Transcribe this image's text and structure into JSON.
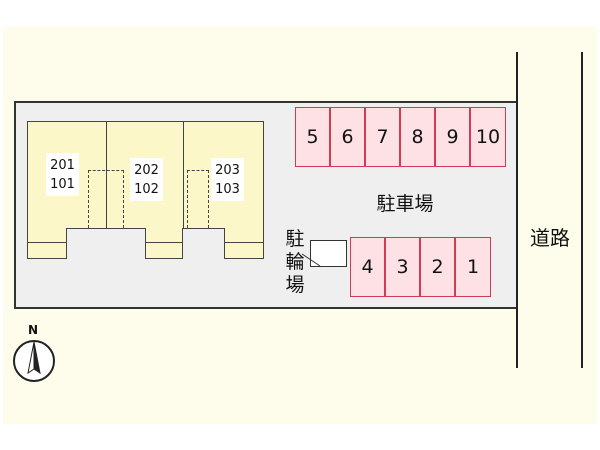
{
  "units": [
    {
      "upper": "201",
      "lower": "101"
    },
    {
      "upper": "202",
      "lower": "102"
    },
    {
      "upper": "203",
      "lower": "103"
    }
  ],
  "parking": {
    "label": "駐車場",
    "top_row": [
      "5",
      "6",
      "7",
      "8",
      "9",
      "10"
    ],
    "bottom_row": [
      "4",
      "3",
      "2",
      "1"
    ]
  },
  "bicycle_parking": {
    "chars": [
      "駐",
      "輪",
      "場"
    ]
  },
  "road": {
    "label": "道路"
  },
  "compass": {
    "label": "N"
  }
}
